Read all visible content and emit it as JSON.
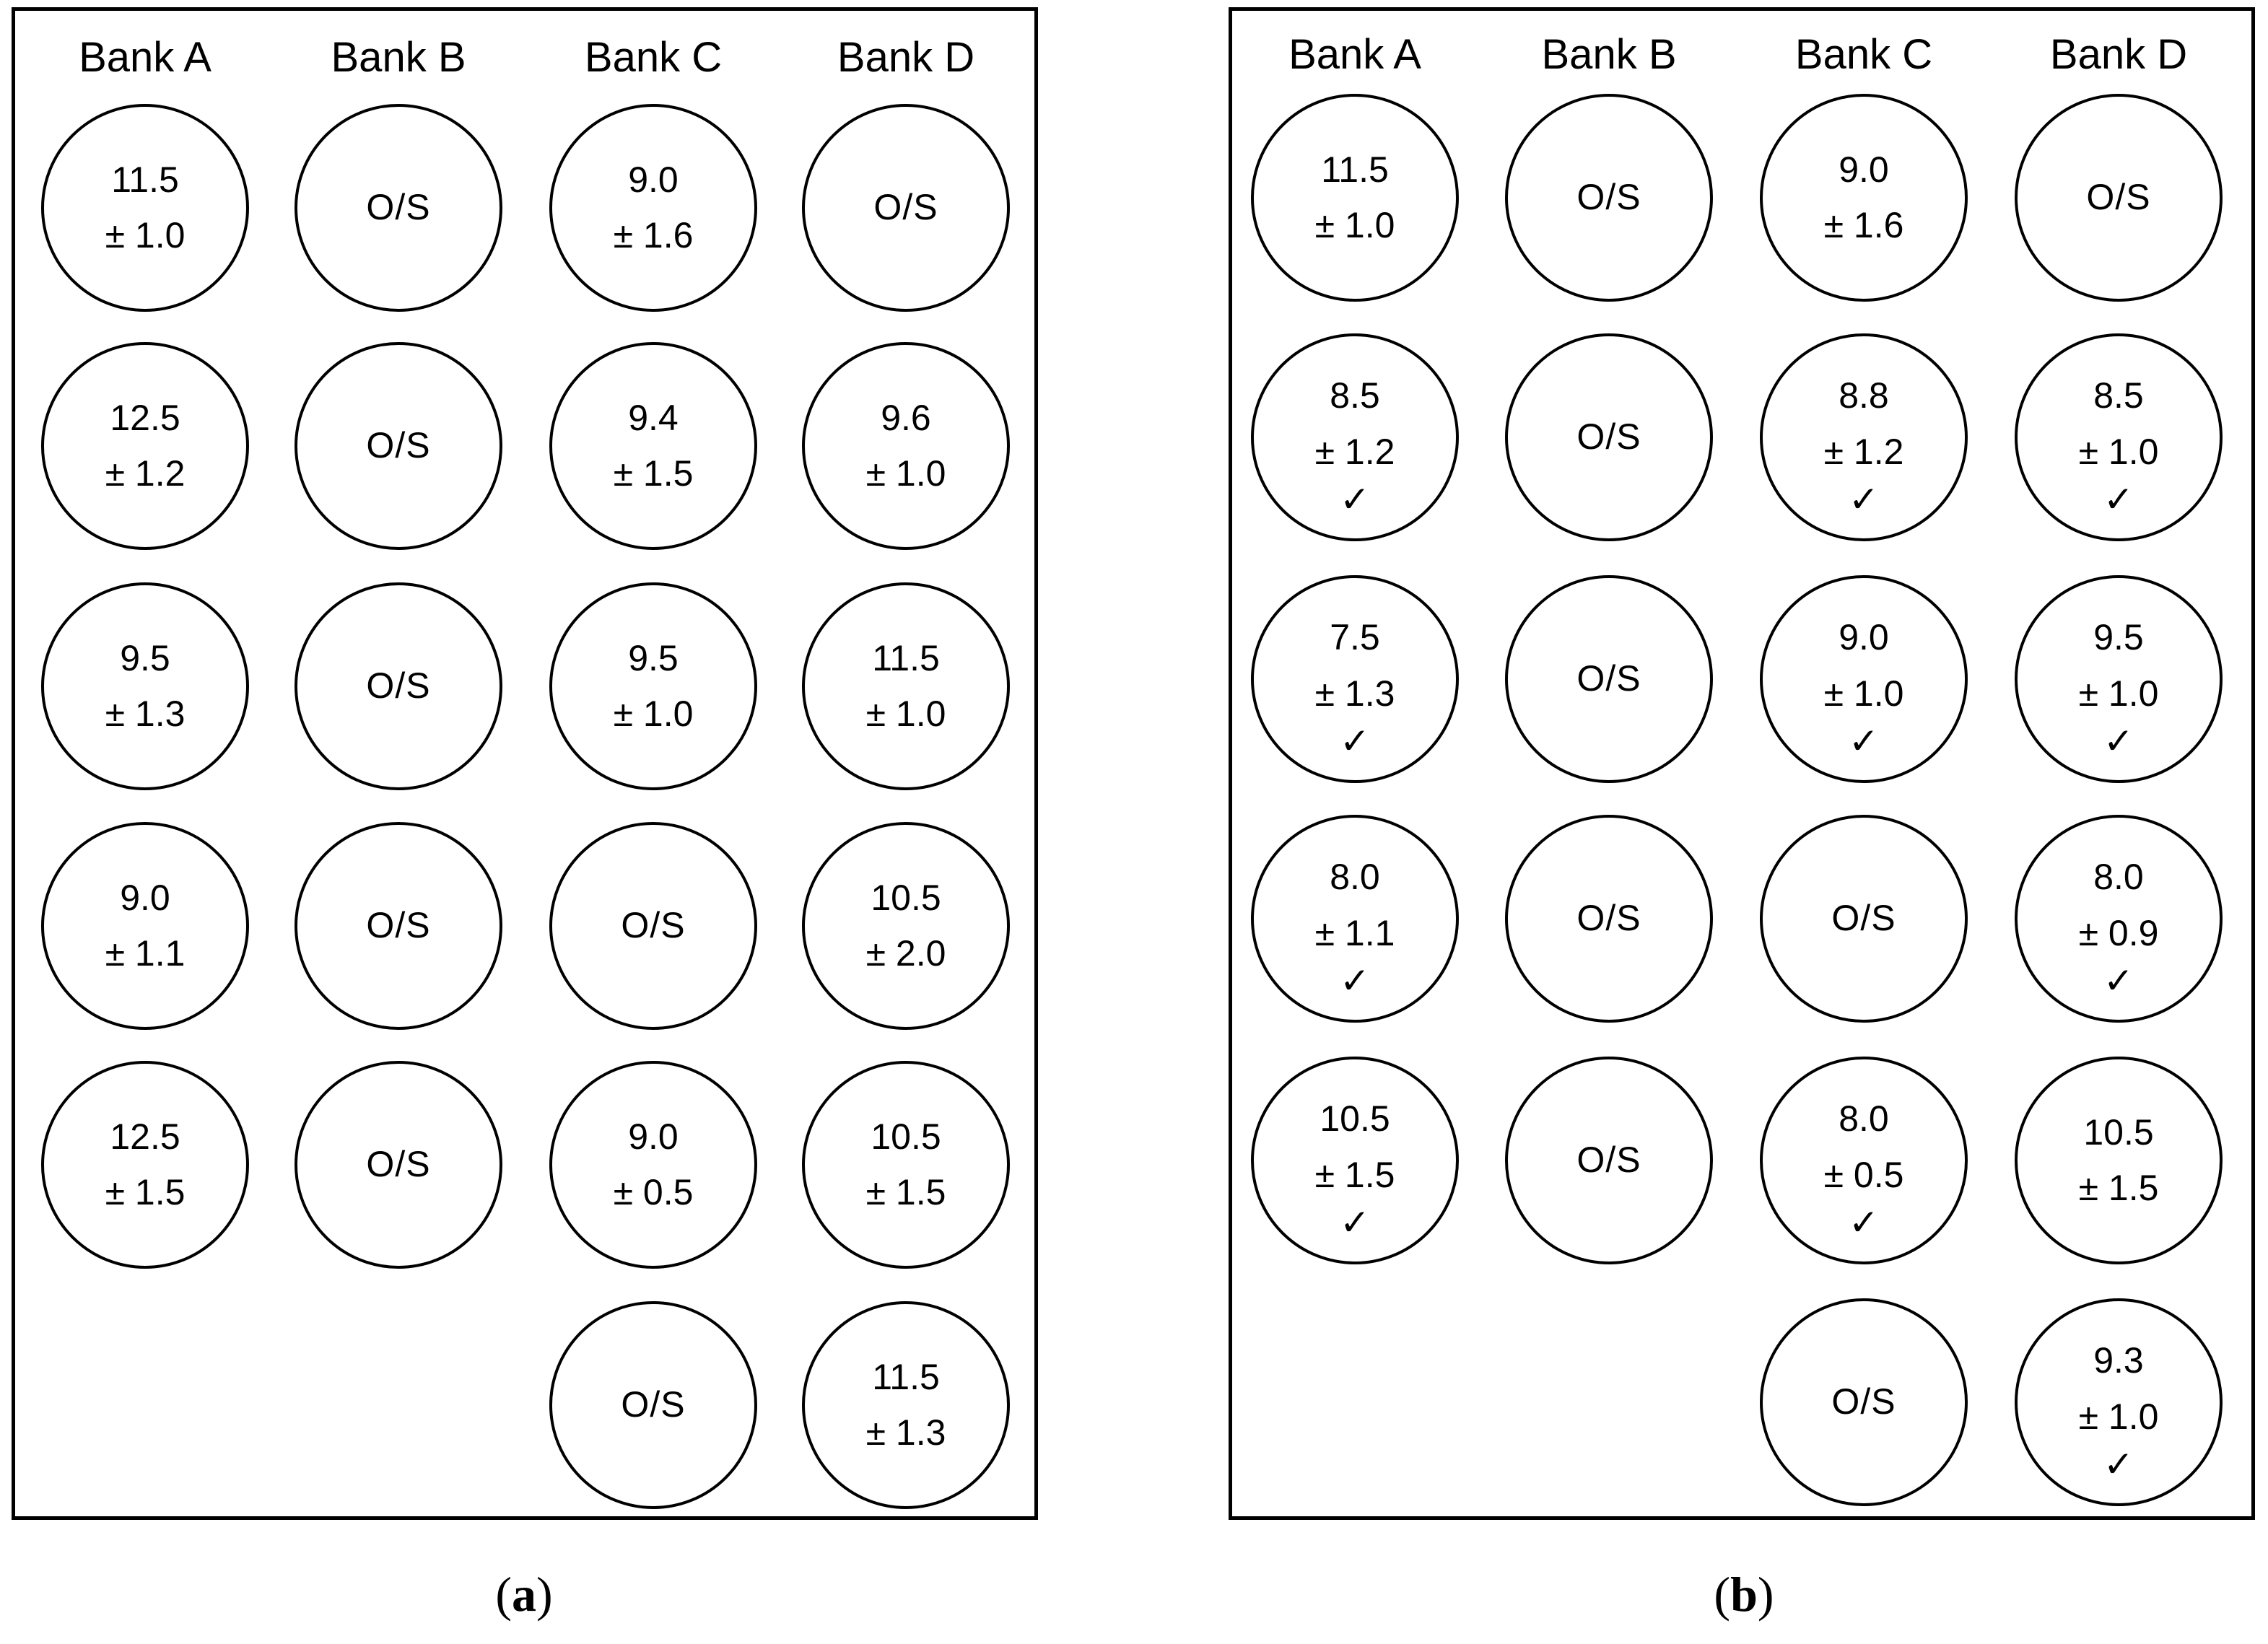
{
  "panels": [
    {
      "id": "a",
      "caption_letter": "a",
      "headers": [
        "Bank A",
        "Bank B",
        "Bank C",
        "Bank D"
      ],
      "wells": [
        {
          "bank": "Bank A",
          "row": 1,
          "value": "11.5",
          "error": "± 1.0",
          "check": false
        },
        {
          "bank": "Bank B",
          "row": 1,
          "value": "O/S",
          "error": null,
          "check": false
        },
        {
          "bank": "Bank C",
          "row": 1,
          "value": "9.0",
          "error": "± 1.6",
          "check": false
        },
        {
          "bank": "Bank D",
          "row": 1,
          "value": "O/S",
          "error": null,
          "check": false
        },
        {
          "bank": "Bank A",
          "row": 2,
          "value": "12.5",
          "error": "± 1.2",
          "check": false
        },
        {
          "bank": "Bank B",
          "row": 2,
          "value": "O/S",
          "error": null,
          "check": false
        },
        {
          "bank": "Bank C",
          "row": 2,
          "value": "9.4",
          "error": "± 1.5",
          "check": false
        },
        {
          "bank": "Bank D",
          "row": 2,
          "value": "9.6",
          "error": "± 1.0",
          "check": false
        },
        {
          "bank": "Bank A",
          "row": 3,
          "value": "9.5",
          "error": "± 1.3",
          "check": false
        },
        {
          "bank": "Bank B",
          "row": 3,
          "value": "O/S",
          "error": null,
          "check": false
        },
        {
          "bank": "Bank C",
          "row": 3,
          "value": "9.5",
          "error": "± 1.0",
          "check": false
        },
        {
          "bank": "Bank D",
          "row": 3,
          "value": "11.5",
          "error": "± 1.0",
          "check": false
        },
        {
          "bank": "Bank A",
          "row": 4,
          "value": "9.0",
          "error": "± 1.1",
          "check": false
        },
        {
          "bank": "Bank B",
          "row": 4,
          "value": "O/S",
          "error": null,
          "check": false
        },
        {
          "bank": "Bank C",
          "row": 4,
          "value": "O/S",
          "error": null,
          "check": false
        },
        {
          "bank": "Bank D",
          "row": 4,
          "value": "10.5",
          "error": "± 2.0",
          "check": false
        },
        {
          "bank": "Bank A",
          "row": 5,
          "value": "12.5",
          "error": "± 1.5",
          "check": false
        },
        {
          "bank": "Bank B",
          "row": 5,
          "value": "O/S",
          "error": null,
          "check": false
        },
        {
          "bank": "Bank C",
          "row": 5,
          "value": "9.0",
          "error": "± 0.5",
          "check": false
        },
        {
          "bank": "Bank D",
          "row": 5,
          "value": "10.5",
          "error": "± 1.5",
          "check": false
        },
        {
          "bank": "Bank C",
          "row": 6,
          "value": "O/S",
          "error": null,
          "check": false
        },
        {
          "bank": "Bank D",
          "row": 6,
          "value": "11.5",
          "error": "± 1.3",
          "check": false
        }
      ]
    },
    {
      "id": "b",
      "caption_letter": "b",
      "headers": [
        "Bank A",
        "Bank B",
        "Bank C",
        "Bank D"
      ],
      "wells": [
        {
          "bank": "Bank A",
          "row": 1,
          "value": "11.5",
          "error": "± 1.0",
          "check": false
        },
        {
          "bank": "Bank B",
          "row": 1,
          "value": "O/S",
          "error": null,
          "check": false
        },
        {
          "bank": "Bank C",
          "row": 1,
          "value": "9.0",
          "error": "± 1.6",
          "check": false
        },
        {
          "bank": "Bank D",
          "row": 1,
          "value": "O/S",
          "error": null,
          "check": false
        },
        {
          "bank": "Bank A",
          "row": 2,
          "value": "8.5",
          "error": "± 1.2",
          "check": true
        },
        {
          "bank": "Bank B",
          "row": 2,
          "value": "O/S",
          "error": null,
          "check": false
        },
        {
          "bank": "Bank C",
          "row": 2,
          "value": "8.8",
          "error": "± 1.2",
          "check": true
        },
        {
          "bank": "Bank D",
          "row": 2,
          "value": "8.5",
          "error": "± 1.0",
          "check": true
        },
        {
          "bank": "Bank A",
          "row": 3,
          "value": "7.5",
          "error": "± 1.3",
          "check": true
        },
        {
          "bank": "Bank B",
          "row": 3,
          "value": "O/S",
          "error": null,
          "check": false
        },
        {
          "bank": "Bank C",
          "row": 3,
          "value": "9.0",
          "error": "± 1.0",
          "check": true
        },
        {
          "bank": "Bank D",
          "row": 3,
          "value": "9.5",
          "error": "± 1.0",
          "check": true
        },
        {
          "bank": "Bank A",
          "row": 4,
          "value": "8.0",
          "error": "± 1.1",
          "check": true
        },
        {
          "bank": "Bank B",
          "row": 4,
          "value": "O/S",
          "error": null,
          "check": false
        },
        {
          "bank": "Bank C",
          "row": 4,
          "value": "O/S",
          "error": null,
          "check": false
        },
        {
          "bank": "Bank D",
          "row": 4,
          "value": "8.0",
          "error": "± 0.9",
          "check": true
        },
        {
          "bank": "Bank A",
          "row": 5,
          "value": "10.5",
          "error": "± 1.5",
          "check": true
        },
        {
          "bank": "Bank B",
          "row": 5,
          "value": "O/S",
          "error": null,
          "check": false
        },
        {
          "bank": "Bank C",
          "row": 5,
          "value": "8.0",
          "error": "± 0.5",
          "check": true
        },
        {
          "bank": "Bank D",
          "row": 5,
          "value": "10.5",
          "error": "± 1.5",
          "check": false
        },
        {
          "bank": "Bank C",
          "row": 6,
          "value": "O/S",
          "error": null,
          "check": false
        },
        {
          "bank": "Bank D",
          "row": 6,
          "value": "9.3",
          "error": "± 1.0",
          "check": true
        }
      ]
    }
  ],
  "symbols": {
    "check_glyph": "✓",
    "check_icon": "checkmark-icon"
  }
}
